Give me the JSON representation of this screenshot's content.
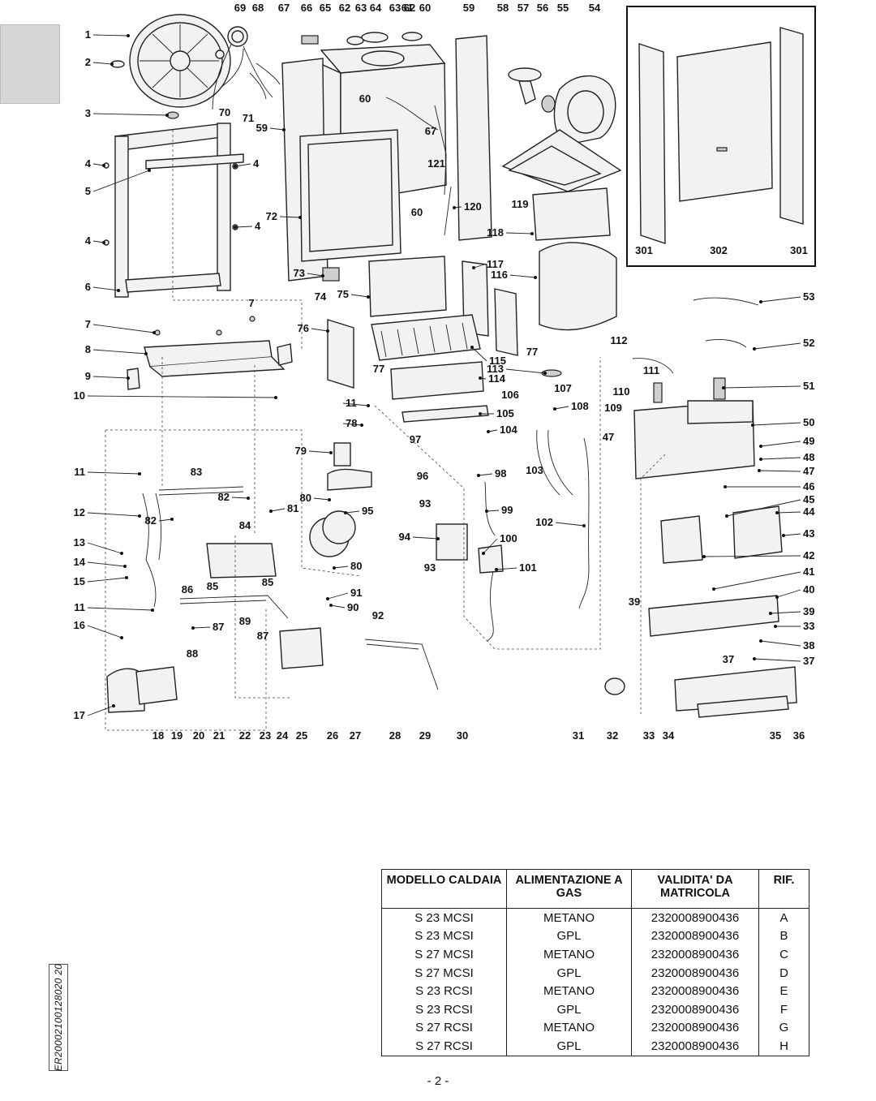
{
  "diagram": {
    "part_numbers": {
      "n1": "1",
      "n2": "2",
      "n3": "3",
      "n4a": "4",
      "n4b": "4",
      "n4c": "4",
      "n4d": "4",
      "n5": "5",
      "n6": "6",
      "n7a": "7",
      "n7b": "7",
      "n8": "8",
      "n9": "9",
      "n10": "10",
      "n11a": "11",
      "n11b": "11",
      "n11c": "11",
      "n12": "12",
      "n13": "13",
      "n14": "14",
      "n15": "15",
      "n16": "16",
      "n17": "17",
      "n18": "18",
      "n19": "19",
      "n20": "20",
      "n21": "21",
      "n22": "22",
      "n23": "23",
      "n24": "24",
      "n25": "25",
      "n26": "26",
      "n27": "27",
      "n28": "28",
      "n29": "29",
      "n30": "30",
      "n31": "31",
      "n32": "32",
      "n33a": "33",
      "n33b": "33",
      "n34": "34",
      "n35": "35",
      "n36": "36",
      "n37a": "37",
      "n37b": "37",
      "n38": "38",
      "n39a": "39",
      "n39b": "39",
      "n40": "40",
      "n41": "41",
      "n42": "42",
      "n43": "43",
      "n44": "44",
      "n45": "45",
      "n46": "46",
      "n47a": "47",
      "n47b": "47",
      "n48": "48",
      "n49": "49",
      "n50": "50",
      "n51": "51",
      "n52": "52",
      "n53": "53",
      "n54": "54",
      "n55": "55",
      "n56": "56",
      "n57": "57",
      "n58": "58",
      "n59a": "59",
      "n59b": "59",
      "n60a": "60",
      "n60b": "60",
      "n60c": "60",
      "n61": "61",
      "n62a": "62",
      "n62b": "62",
      "n63a": "63",
      "n63b": "63",
      "n64": "64",
      "n65": "65",
      "n66": "66",
      "n67a": "67",
      "n67b": "67",
      "n68": "68",
      "n69": "69",
      "n70": "70",
      "n71": "71",
      "n72": "72",
      "n73": "73",
      "n74": "74",
      "n75": "75",
      "n76": "76",
      "n77a": "77",
      "n77b": "77",
      "n78": "78",
      "n79": "79",
      "n80a": "80",
      "n80b": "80",
      "n81": "81",
      "n82a": "82",
      "n82b": "82",
      "n83": "83",
      "n84": "84",
      "n85a": "85",
      "n85b": "85",
      "n86": "86",
      "n87a": "87",
      "n87b": "87",
      "n88": "88",
      "n89": "89",
      "n90": "90",
      "n91": "91",
      "n92": "92",
      "n93a": "93",
      "n93b": "93",
      "n94": "94",
      "n95": "95",
      "n96": "96",
      "n97": "97",
      "n98": "98",
      "n99": "99",
      "n100": "100",
      "n101": "101",
      "n102": "102",
      "n103": "103",
      "n104": "104",
      "n105": "105",
      "n106": "106",
      "n107": "107",
      "n108": "108",
      "n109": "109",
      "n110": "110",
      "n111": "111",
      "n112": "112",
      "n113": "113",
      "n114": "114",
      "n115": "115",
      "n116": "116",
      "n117": "117",
      "n118": "118",
      "n119": "119",
      "n120": "120",
      "n121": "121",
      "n301a": "301",
      "n301b": "301",
      "n302": "302"
    }
  },
  "side_code": "ER20002100128020 20",
  "table": {
    "headers": [
      "MODELLO CALDAIA",
      "ALIMENTAZIONE A GAS",
      "VALIDITA' DA MATRICOLA",
      "RIF."
    ],
    "rows": [
      [
        "S 23 MCSI",
        "METANO",
        "2320008900436",
        "A"
      ],
      [
        "S 23 MCSI",
        "GPL",
        "2320008900436",
        "B"
      ],
      [
        "S 27 MCSI",
        "METANO",
        "2320008900436",
        "C"
      ],
      [
        "S 27 MCSI",
        "GPL",
        "2320008900436",
        "D"
      ],
      [
        "S 23 RCSI",
        "METANO",
        "2320008900436",
        "E"
      ],
      [
        "S 23 RCSI",
        "GPL",
        "2320008900436",
        "F"
      ],
      [
        "S 27 RCSI",
        "METANO",
        "2320008900436",
        "G"
      ],
      [
        "S 27 RCSI",
        "GPL",
        "2320008900436",
        "H"
      ]
    ]
  },
  "page_number": "- 2 -"
}
